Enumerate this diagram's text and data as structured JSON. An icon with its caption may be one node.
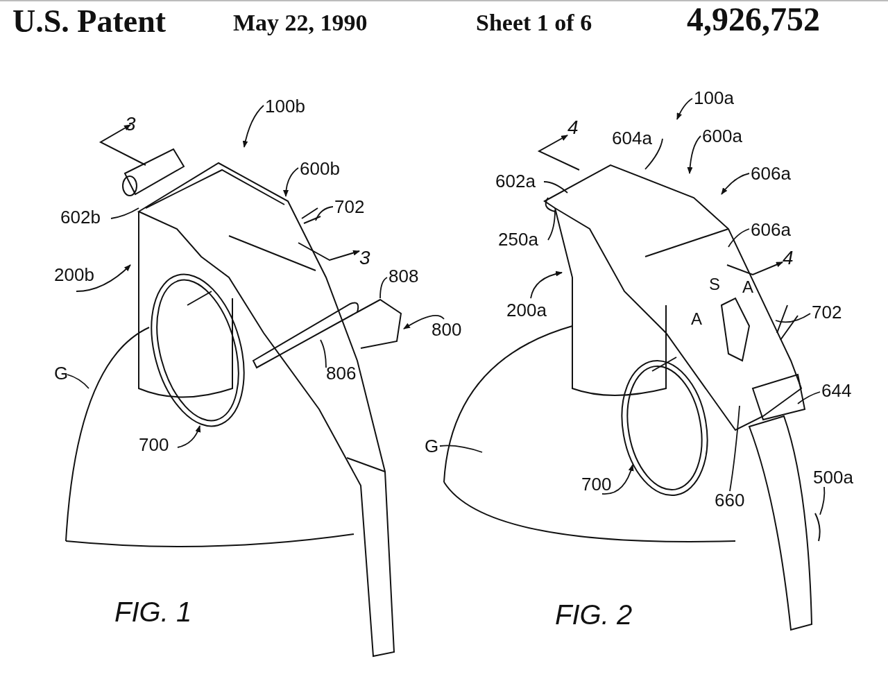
{
  "diagram": {
    "nodes": [
      {
        "text": [
          "100b"
        ]
      },
      {
        "text": [
          "600b"
        ]
      },
      {
        "text": [
          "602b"
        ]
      },
      {
        "text": [
          "702"
        ]
      },
      {
        "text": [
          "200b"
        ]
      },
      {
        "text": [
          "808"
        ]
      },
      {
        "text": [
          "800"
        ]
      },
      {
        "text": [
          "806"
        ]
      },
      {
        "text": [
          "G"
        ]
      },
      {
        "text": [
          "700"
        ]
      },
      {
        "text": [
          "100a"
        ]
      },
      {
        "text": [
          "604a"
        ]
      },
      {
        "text": [
          "600a"
        ]
      },
      {
        "text": [
          "602a"
        ]
      },
      {
        "text": [
          "606a"
        ]
      },
      {
        "text": [
          "606a"
        ]
      },
      {
        "text": [
          "250a"
        ]
      },
      {
        "text": [
          "200a"
        ]
      },
      {
        "text": [
          "702"
        ]
      },
      {
        "text": [
          "644"
        ]
      },
      {
        "text": [
          "G"
        ]
      },
      {
        "text": [
          "700"
        ]
      },
      {
        "text": [
          "660"
        ]
      },
      {
        "text": [
          "500a"
        ]
      }
    ],
    "edges": [
      {
        "from": 0,
        "to": null,
        "arrow": "to"
      },
      {
        "from": 1,
        "to": null,
        "arrow": "to"
      },
      {
        "from": 2,
        "to": null,
        "arrow": "none"
      },
      {
        "from": 3,
        "to": null,
        "arrow": "none"
      },
      {
        "from": 4,
        "to": null,
        "arrow": "to"
      },
      {
        "from": 5,
        "to": null,
        "arrow": "none"
      },
      {
        "from": 6,
        "to": null,
        "arrow": "to"
      },
      {
        "from": 7,
        "to": null,
        "arrow": "none"
      },
      {
        "from": 8,
        "to": null,
        "arrow": "none"
      },
      {
        "from": 9,
        "to": null,
        "arrow": "to"
      },
      {
        "from": 10,
        "to": null,
        "arrow": "to"
      },
      {
        "from": 11,
        "to": null,
        "arrow": "none"
      },
      {
        "from": 12,
        "to": null,
        "arrow": "to"
      },
      {
        "from": 13,
        "to": null,
        "arrow": "none"
      },
      {
        "from": 14,
        "to": null,
        "arrow": "to"
      },
      {
        "from": 15,
        "to": null,
        "arrow": "none"
      },
      {
        "from": 16,
        "to": null,
        "arrow": "none"
      },
      {
        "from": 17,
        "to": null,
        "arrow": "to"
      },
      {
        "from": 18,
        "to": null,
        "arrow": "none"
      },
      {
        "from": 19,
        "to": null,
        "arrow": "none"
      },
      {
        "from": 20,
        "to": null,
        "arrow": "none"
      },
      {
        "from": 21,
        "to": null,
        "arrow": "to"
      },
      {
        "from": 22,
        "to": null,
        "arrow": "none"
      },
      {
        "from": 23,
        "to": null,
        "arrow": "none"
      }
    ],
    "labels": [
      "U.S. Patent",
      "May 22, 1990",
      "Sheet 1 of 6",
      "4,926,752",
      "3",
      "4",
      "S",
      "A",
      "3",
      "A",
      "4",
      "FIG. 1",
      "FIG. 2"
    ]
  }
}
